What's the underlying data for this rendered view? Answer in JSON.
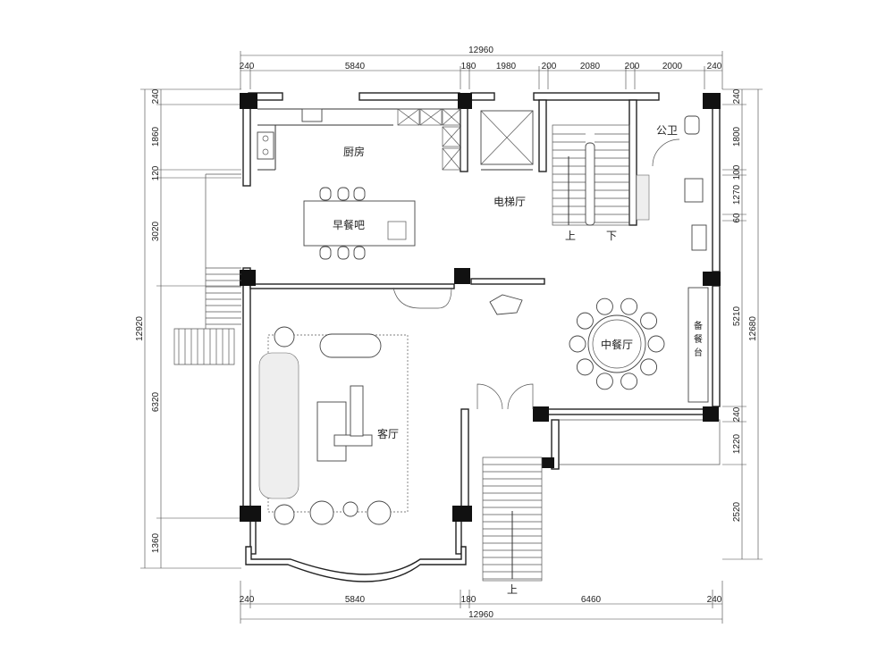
{
  "rooms": {
    "kitchen": "厨房",
    "breakfast_bar": "早餐吧",
    "elevator_hall": "电梯厅",
    "public_toilet": "公卫",
    "chinese_dining": "中餐厅",
    "sideboard": "备餐台",
    "living_room": "客厅"
  },
  "stairs": {
    "up": "上",
    "down": "下",
    "entry_up": "上"
  },
  "dimensions": {
    "top_total": "12960",
    "top_segments": [
      "240",
      "5840",
      "180",
      "1980",
      "200",
      "2080",
      "200",
      "2000",
      "240"
    ],
    "bottom_total": "12960",
    "bottom_segments": [
      "240",
      "5840",
      "180",
      "6460",
      "240"
    ],
    "left_total": "12920",
    "left_segments": [
      "240",
      "1860",
      "120",
      "3020",
      "6320",
      "1360"
    ],
    "right_total": "12680",
    "right_segments": [
      "240",
      "1800",
      "100",
      "1270",
      "60",
      "5210",
      "240",
      "1220",
      "2520"
    ]
  }
}
